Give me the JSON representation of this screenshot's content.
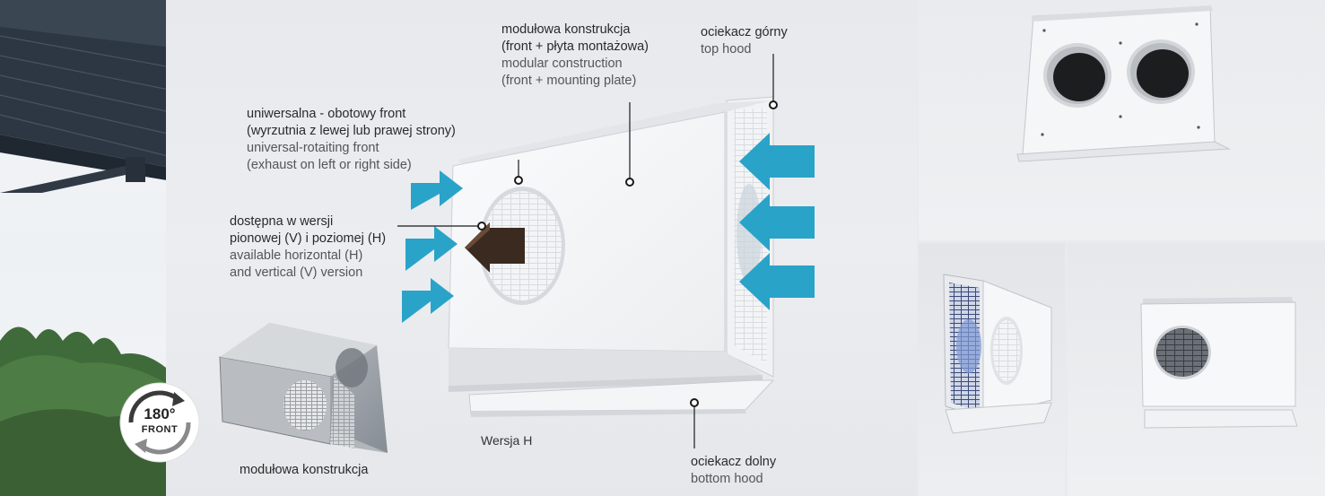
{
  "labels": {
    "modular_construction_pl": [
      "modułowa konstrukcja",
      "(front + płyta montażowa)"
    ],
    "modular_construction_en": [
      "modular construction",
      "(front + mounting plate)"
    ],
    "top_hood_pl": "ociekacz górny",
    "top_hood_en": "top hood",
    "universal_front_pl": [
      "uniwersalna - obotowy front",
      "(wyrzutnia z lewej lub prawej strony)"
    ],
    "universal_front_en": [
      "universal-rotaiting front",
      "(exhaust on left or right side)"
    ],
    "versions_pl": [
      "dostępna w wersji",
      "pionowej (V) i poziomej (H)"
    ],
    "versions_en": [
      "available horizontal (H)",
      "and vertical (V) version"
    ],
    "version_h": "Wersja H",
    "bottom_hood_pl": "ociekacz dolny",
    "bottom_hood_en": "bottom hood",
    "modular_small": "modułowa konstrukcja"
  },
  "badge": {
    "degree": "180°",
    "front": "FRONT"
  },
  "colors": {
    "arrow_blue": "#2aa3c9",
    "arrow_dark": "#3a2a20",
    "wall": "#e9ebee",
    "device_white": "#f6f7f8",
    "roof_dark": "#2d3743",
    "hedge_green": "#3f6b3a"
  }
}
